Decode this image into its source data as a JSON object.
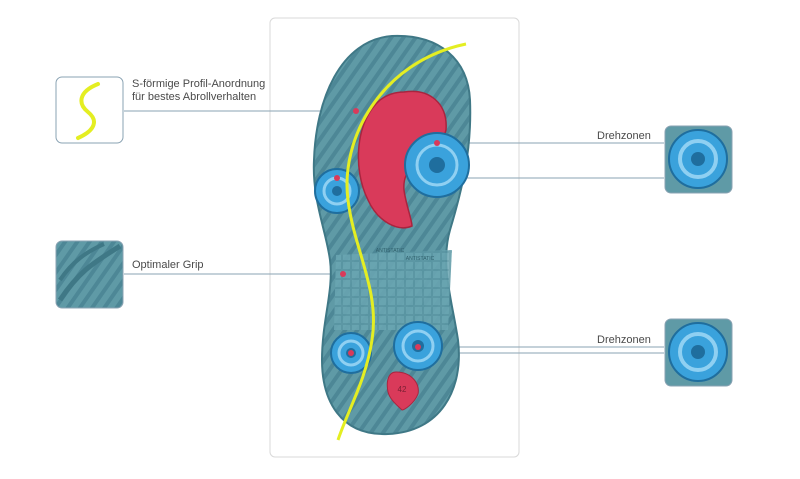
{
  "callouts": {
    "s_profile": {
      "line1": "S-förmige Profil-Anordnung",
      "line2": "für bestes Abrollverhalten"
    },
    "grip": {
      "label": "Optimaler Grip"
    },
    "rotation_zone_upper": {
      "label": "Drehzonen"
    },
    "rotation_zone_lower": {
      "label": "Drehzonen"
    }
  },
  "sole": {
    "size_marking": "42",
    "print_1": "ANTISTATIC",
    "print_2": "ANTISTATIC"
  },
  "colors": {
    "sole": "#5f9aa6",
    "sole_dark": "#3f7886",
    "pad": "#d93a5a",
    "pivot": "#3aa2dc",
    "s_curve": "#e4ee22",
    "leader": "#8aa3b3",
    "frame": "#d9d9d9"
  }
}
